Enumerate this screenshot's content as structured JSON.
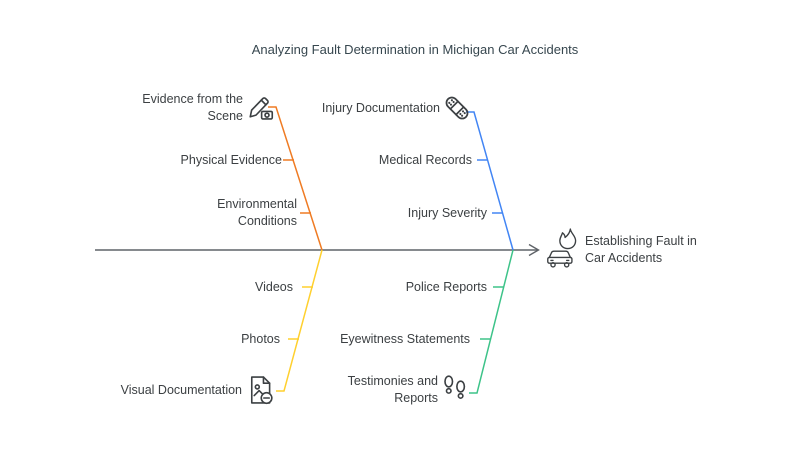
{
  "title": "Analyzing Fault Determination in Michigan Car Accidents",
  "colors": {
    "top_left_branch": "#EF7B23",
    "top_right_branch": "#4285F4",
    "bottom_left_branch": "#FFD02E",
    "bottom_right_branch": "#3DC389",
    "spine": "#5F6368",
    "text": "#3C4043"
  },
  "effect": {
    "label": "Establishing Fault in\nCar Accidents",
    "icon": "burning-car-icon"
  },
  "branches": [
    {
      "name": "Evidence from the\nScene",
      "icon": "pen-and-camera-icon",
      "position": "top-left",
      "color": "#EF7B23",
      "items": [
        "Physical Evidence",
        "Environmental\nConditions"
      ]
    },
    {
      "name": "Injury Documentation",
      "icon": "bandage-icon",
      "position": "top-right",
      "color": "#4285F4",
      "items": [
        "Medical Records",
        "Injury Severity"
      ]
    },
    {
      "name": "Visual Documentation",
      "icon": "image-file-minus-icon",
      "position": "bottom-left",
      "color": "#FFD02E",
      "items": [
        "Videos",
        "Photos"
      ]
    },
    {
      "name": "Testimonies and\nReports",
      "icon": "footprints-icon",
      "position": "bottom-right",
      "color": "#3DC389",
      "items": [
        "Police Reports",
        "Eyewitness Statements"
      ]
    }
  ]
}
